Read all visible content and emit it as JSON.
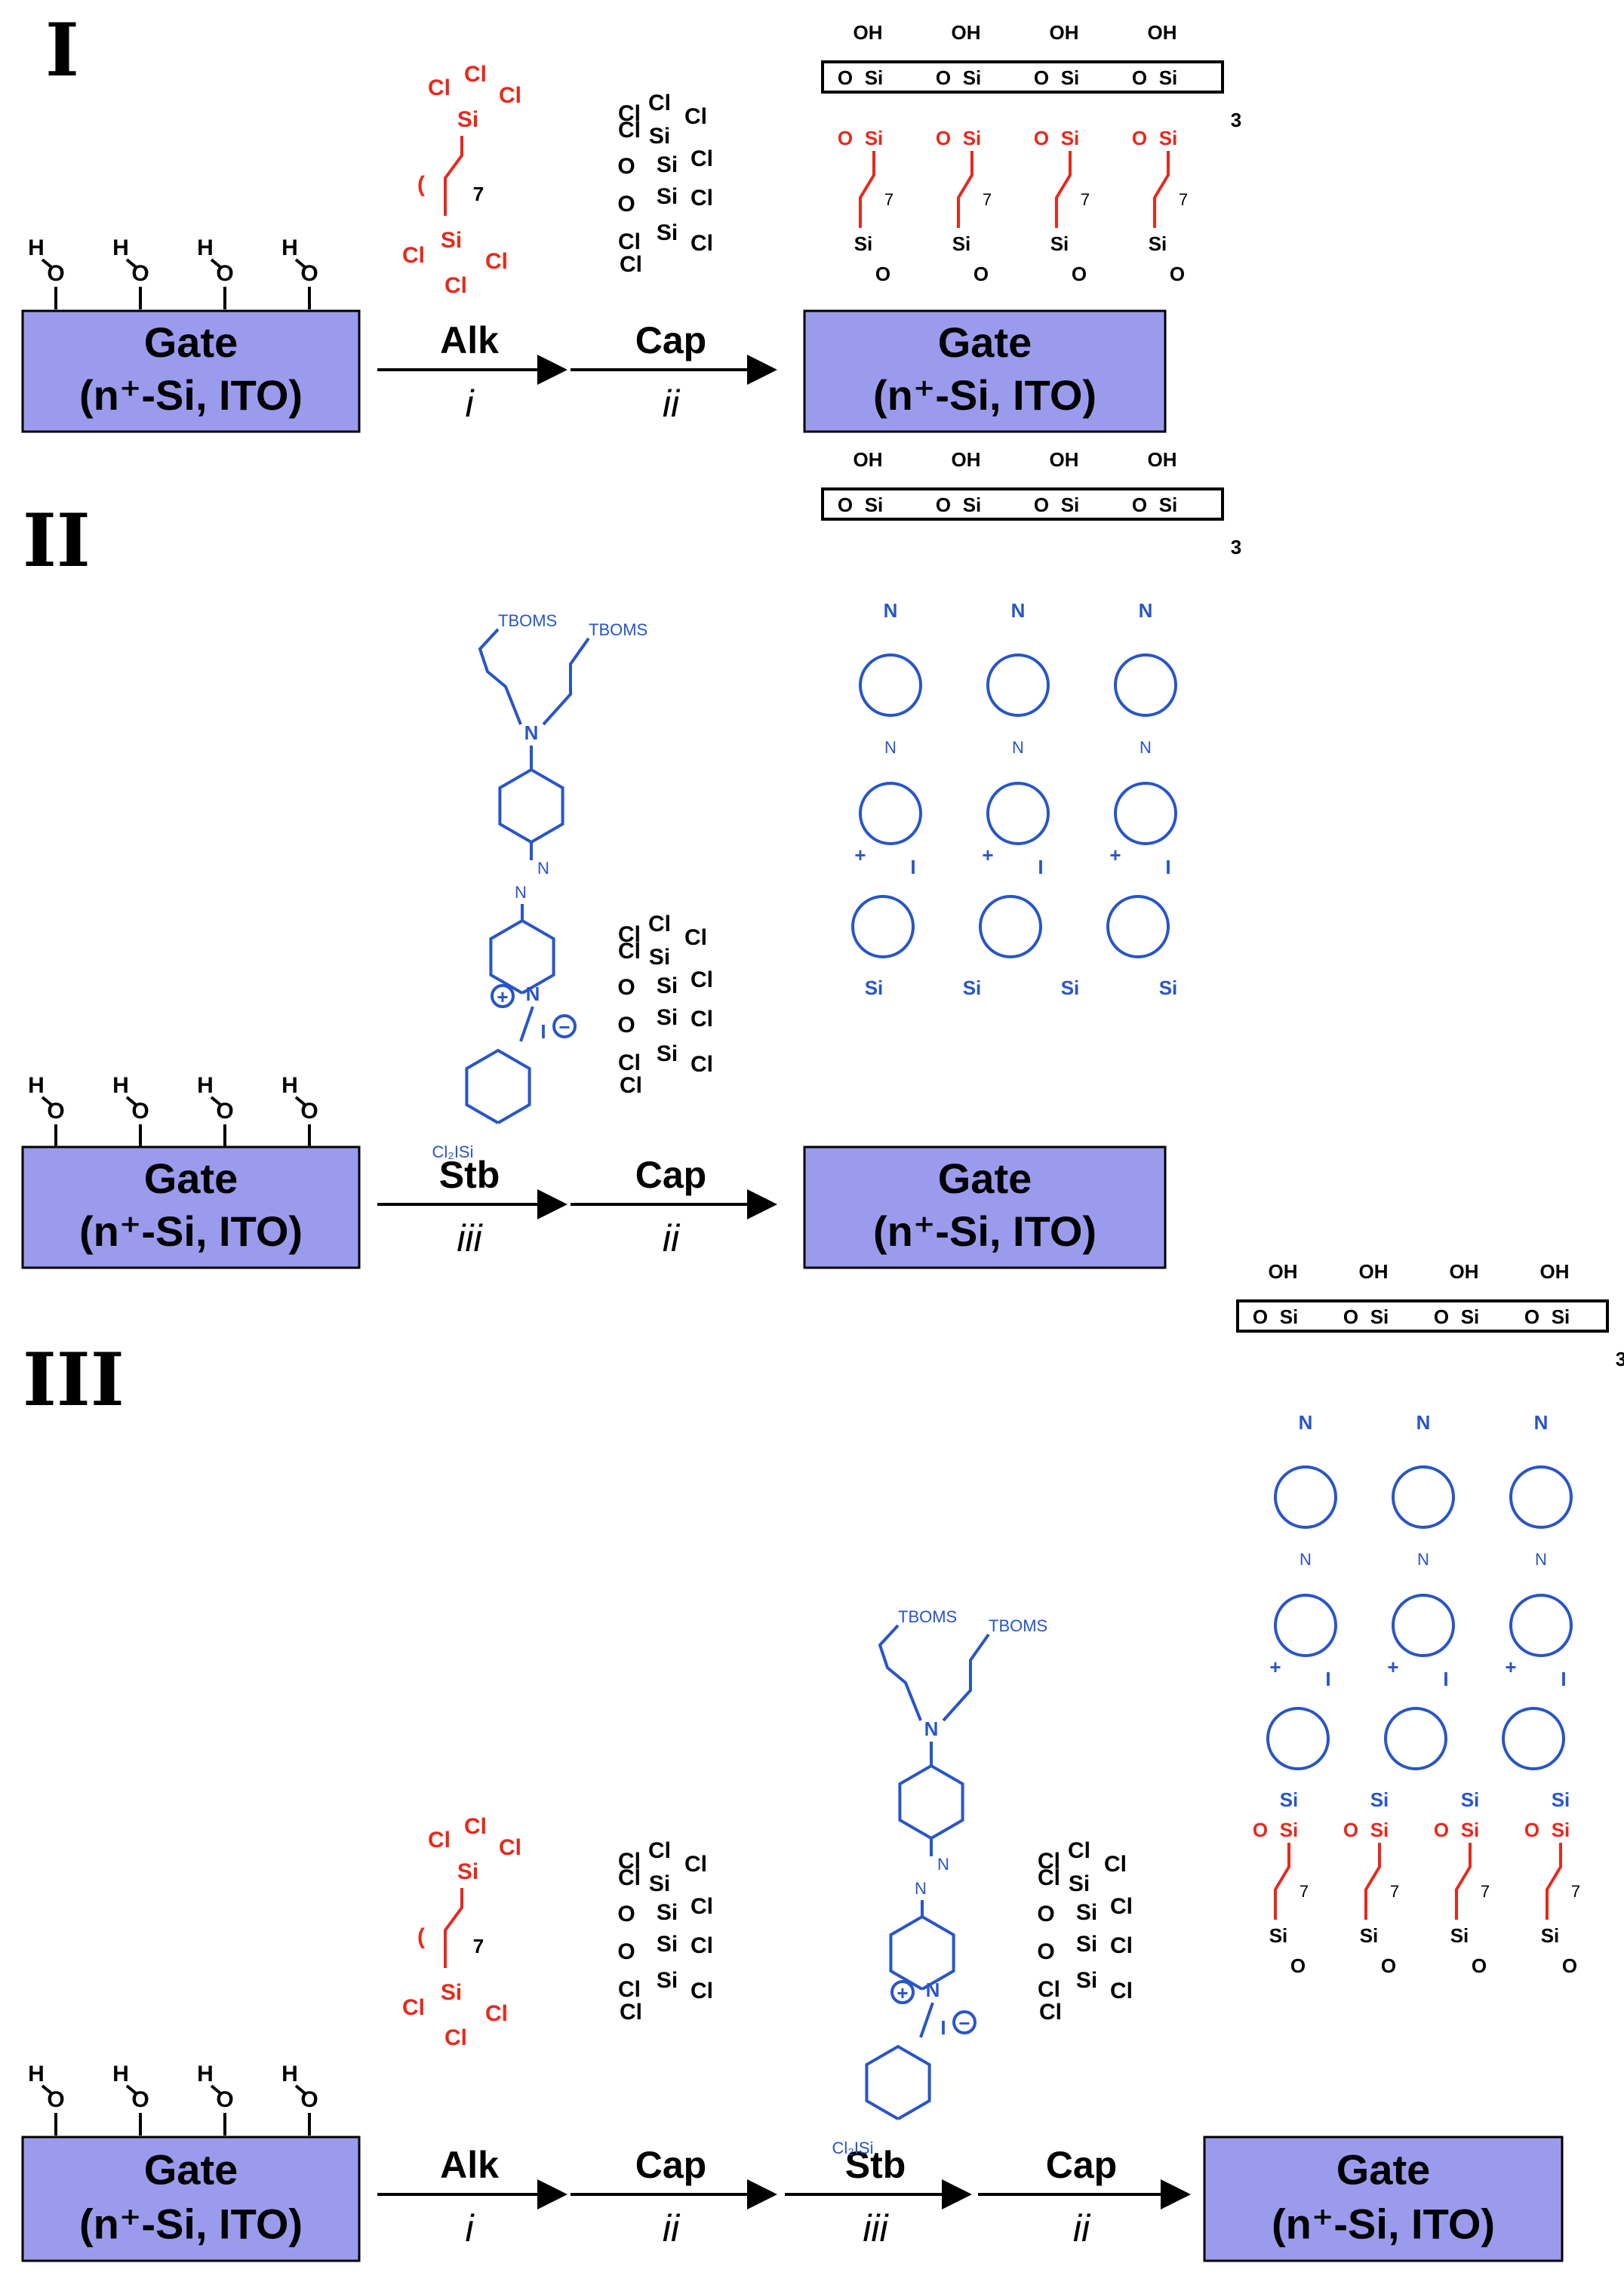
{
  "schemes": [
    {
      "numeral": "I",
      "gate_title": "Gate",
      "gate_sub": "(n⁺-Si, ITO)",
      "steps": [
        {
          "label": "Alk",
          "roman": "i"
        },
        {
          "label": "Cap",
          "roman": "ii"
        }
      ]
    },
    {
      "numeral": "II",
      "gate_title": "Gate",
      "gate_sub": "(n⁺-Si, ITO)",
      "steps": [
        {
          "label": "Stb",
          "roman": "iii"
        },
        {
          "label": "Cap",
          "roman": "ii"
        }
      ]
    },
    {
      "numeral": "III",
      "gate_title": "Gate",
      "gate_sub": "(n⁺-Si, ITO)",
      "steps": [
        {
          "label": "Alk",
          "roman": "i"
        },
        {
          "label": "Cap",
          "roman": "ii"
        },
        {
          "label": "Stb",
          "roman": "iii"
        },
        {
          "label": "Cap",
          "roman": "ii"
        }
      ]
    }
  ],
  "atoms": {
    "h": "H",
    "o": "O",
    "oh": "OH",
    "si": "Si",
    "cl": "Cl",
    "n": "N",
    "tboms": "TBOMS",
    "cl2isi": "Cl₂ISi",
    "iodide": "I",
    "plus": "+",
    "minus": "−",
    "seven": "7",
    "three": "3",
    "paren": "("
  },
  "colors": {
    "alkyl": "#e8281c",
    "stilbazolium": "#2855c8",
    "gate": "#9b9bee"
  }
}
